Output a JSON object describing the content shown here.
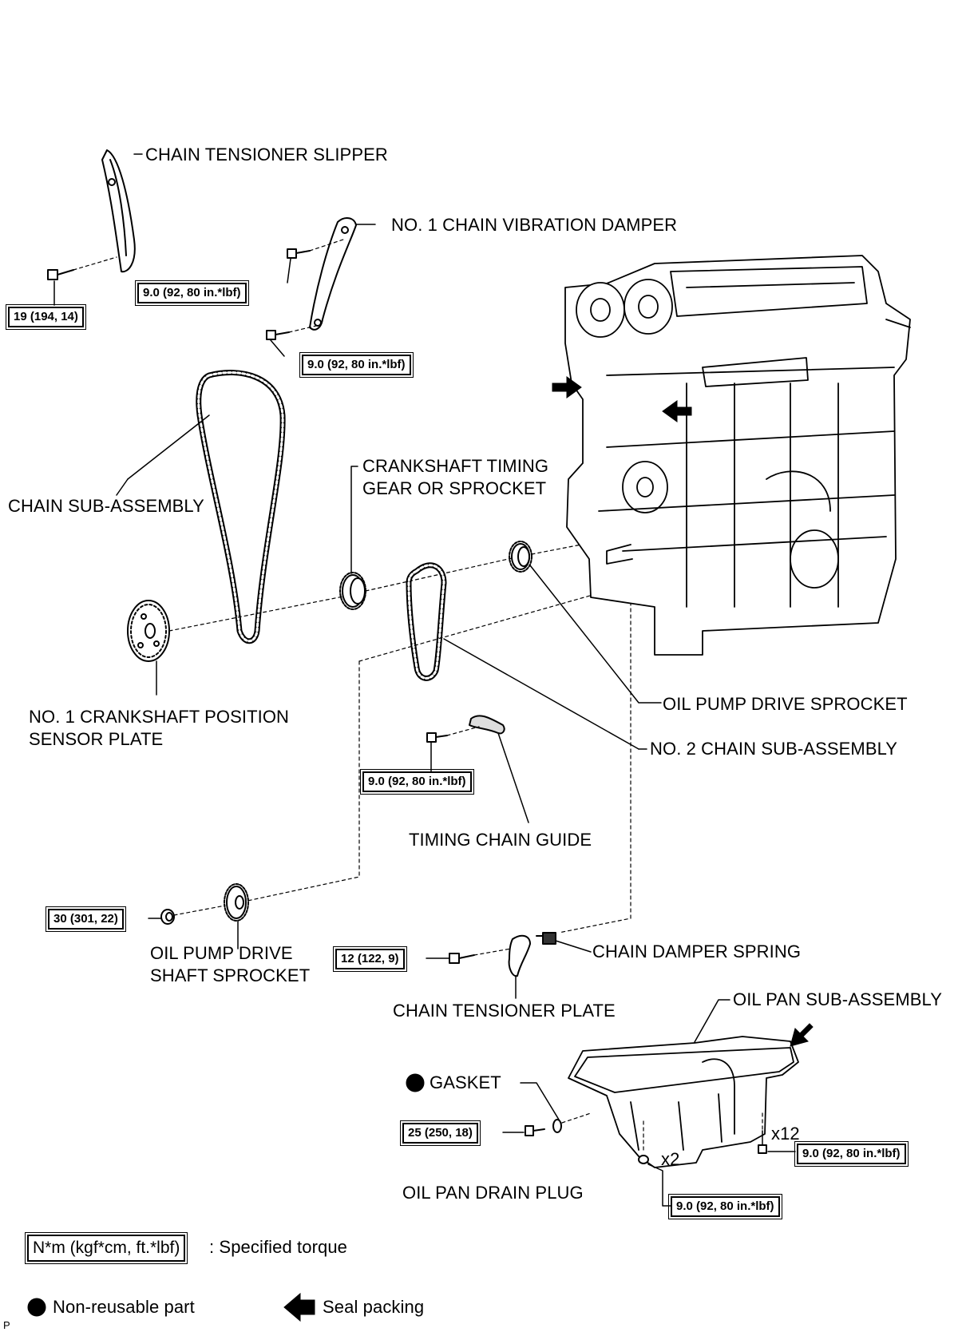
{
  "parts": {
    "chain_tensioner_slipper": "CHAIN TENSIONER SLIPPER",
    "no1_chain_vibration_damper": "NO. 1 CHAIN VIBRATION DAMPER",
    "chain_sub_assembly": "CHAIN SUB-ASSEMBLY",
    "crankshaft_timing_gear_l1": "CRANKSHAFT TIMING",
    "crankshaft_timing_gear_l2": "GEAR OR SPROCKET",
    "no1_crankshaft_position_l1": "NO. 1 CRANKSHAFT POSITION",
    "no1_crankshaft_position_l2": "SENSOR PLATE",
    "oil_pump_drive_sprocket": "OIL PUMP DRIVE SPROCKET",
    "no2_chain_sub_assembly": "NO. 2 CHAIN SUB-ASSEMBLY",
    "timing_chain_guide": "TIMING CHAIN GUIDE",
    "oil_pump_drive_shaft_l1": "OIL PUMP DRIVE",
    "oil_pump_drive_shaft_l2": "SHAFT SPROCKET",
    "chain_damper_spring": "CHAIN DAMPER SPRING",
    "chain_tensioner_plate": "CHAIN TENSIONER PLATE",
    "oil_pan_sub_assembly": "OIL PAN SUB-ASSEMBLY",
    "gasket": "GASKET",
    "oil_pan_drain_plug": "OIL PAN DRAIN PLUG"
  },
  "torques": {
    "slipper_bolt": "19 (194, 14)",
    "damper_upper": "9.0 (92, 80 in.*lbf)",
    "damper_lower": "9.0 (92, 80 in.*lbf)",
    "guide_bolt": "9.0 (92, 80 in.*lbf)",
    "shaft_sprocket_nut": "30 (301, 22)",
    "tensioner_plate_bolt": "12 (122, 9)",
    "drain_plug": "25 (250, 18)",
    "pan_bolts_x12": "9.0 (92, 80 in.*lbf)",
    "pan_nuts_x2": "9.0 (92, 80 in.*lbf)"
  },
  "counts": {
    "pan_bolts": "x12",
    "pan_nuts": "x2"
  },
  "legend": {
    "torque_box": "N*m (kgf*cm, ft.*lbf)",
    "torque_desc": ": Specified torque",
    "non_reusable": "Non-reusable part",
    "seal_packing": "Seal packing"
  },
  "footer_mark": "P"
}
